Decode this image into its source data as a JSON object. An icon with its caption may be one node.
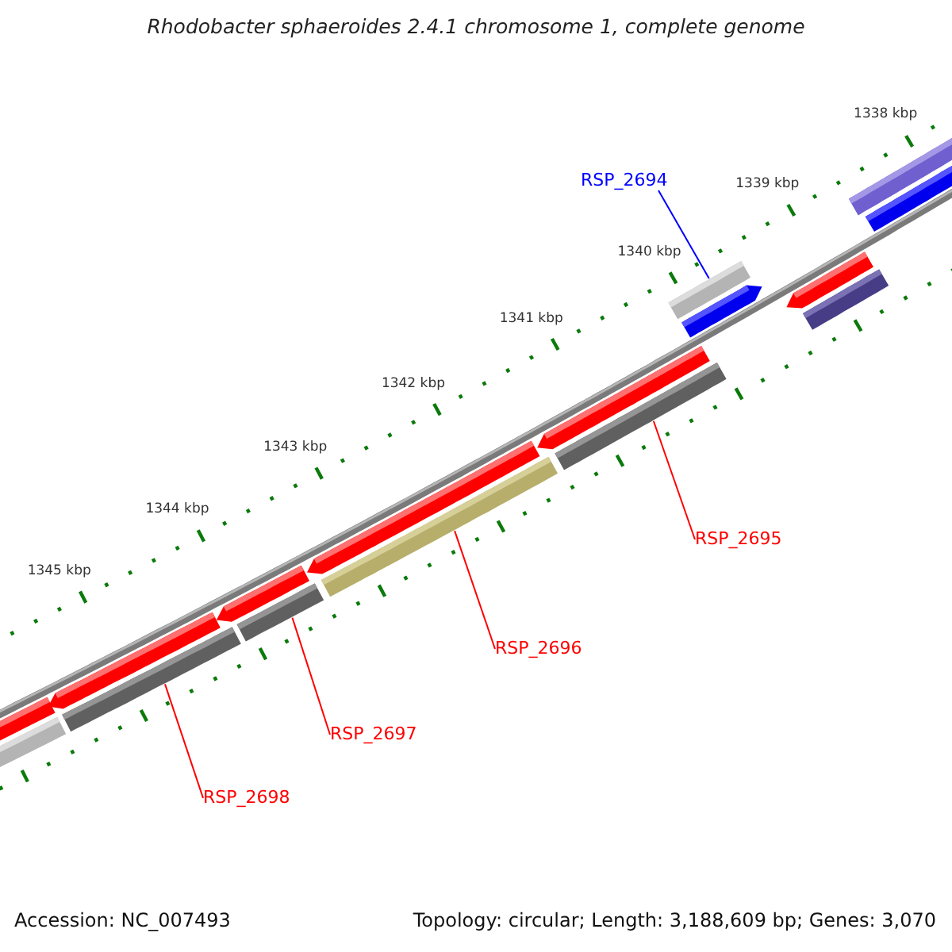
{
  "diagram": {
    "title": "Rhodobacter sphaeroides 2.4.1 chromosome 1, complete genome",
    "nodes": [
      {
        "text": [
          "RSP_2694"
        ]
      },
      {
        "text": [],
        "shape": "bar"
      },
      {
        "text": [
          "RSP_2695"
        ]
      },
      {
        "text": [],
        "shape": "bar"
      },
      {
        "text": [
          "RSP_2696"
        ]
      },
      {
        "text": [],
        "shape": "bar"
      },
      {
        "text": [
          "RSP_2697"
        ]
      },
      {
        "text": [],
        "shape": "bar"
      },
      {
        "text": [
          "RSP_2698"
        ]
      },
      {
        "text": [],
        "shape": "bar"
      }
    ],
    "edges": [
      {
        "from": 0,
        "to": 1,
        "arrow": "none",
        "color": "#0000ff"
      },
      {
        "from": 2,
        "to": 3,
        "arrow": "none"
      },
      {
        "from": 4,
        "to": 5,
        "arrow": "none"
      },
      {
        "from": 6,
        "to": 7,
        "arrow": "none"
      },
      {
        "from": 8,
        "to": 9,
        "arrow": "none"
      }
    ],
    "labels": [
      "1338 kbp",
      "1339 kbp",
      "1340 kbp",
      "1341 kbp",
      "1342 kbp",
      "1343 kbp",
      "1344 kbp",
      "1345 kbp",
      "Accession: NC_007493",
      "Topology: circular; Length: 3,188,609 bp; Genes: 3,070"
    ]
  }
}
